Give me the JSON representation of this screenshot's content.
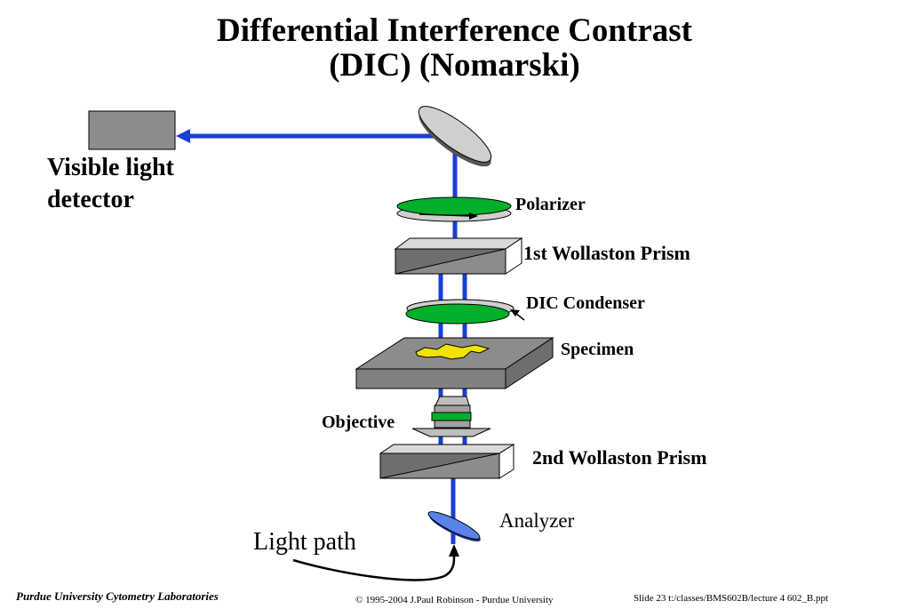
{
  "title": {
    "line1": "Differential Interference Contrast",
    "line2": "(DIC) (Nomarski)"
  },
  "labels": {
    "detector_line1": "Visible light",
    "detector_line2": "detector",
    "polarizer": "Polarizer",
    "wollaston1": "1st Wollaston Prism",
    "condenser": "DIC Condenser",
    "specimen": "Specimen",
    "objective": "Objective",
    "wollaston2": "2nd Wollaston Prism",
    "analyzer": "Analyzer",
    "light_path": "Light path"
  },
  "footer": {
    "left": "Purdue University Cytometry Laboratories",
    "center": "© 1995-2004 J.Paul Robinson - Purdue University",
    "right": "Slide 23  t:/classes/BMS602B/lecture 4 602_B.ppt"
  },
  "colors": {
    "beam": "#1a3fd6",
    "green_element": "#00b02a",
    "prism_gray": "#8c8c8c",
    "specimen_yellow": "#f2e400",
    "analyzer_blue": "#5b82e8"
  }
}
